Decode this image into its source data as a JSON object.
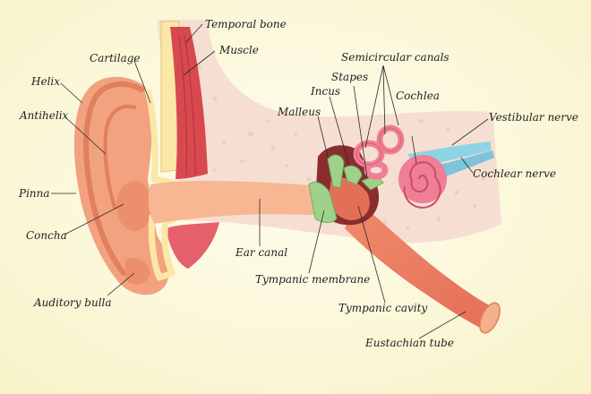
{
  "diagram": {
    "labels": {
      "temporal_bone": "Temporal bone",
      "muscle": "Muscle",
      "cartilage": "Cartilage",
      "helix": "Helix",
      "antihelix": "Antihelix",
      "pinna": "Pinna",
      "concha": "Concha",
      "auditory_bulla": "Auditory bulla",
      "semicircular_canals": "Semicircular canals",
      "stapes": "Stapes",
      "incus": "Incus",
      "malleus": "Malleus",
      "cochlea": "Cochlea",
      "vestibular_nerve": "Vestibular nerve",
      "cochlear_nerve": "Cochlear nerve",
      "ear_canal": "Ear canal",
      "tympanic_membrane": "Tympanic membrane",
      "tympanic_cavity": "Tympanic cavity",
      "eustachian_tube": "Eustachian tube"
    },
    "colors": {
      "background": "#fbf7d6",
      "bone": "#f6dfd2",
      "bone_spots": "#ead0c0",
      "skin": "#f2a27e",
      "skin_dark": "#e27f5c",
      "canal": "#f7b792",
      "cartilage": "#fbe8a6",
      "muscle": "#d8484f",
      "ossicles": "#9ed28a",
      "cavity": "#8a2d2d",
      "cochlea": "#ef7f95",
      "nerve": "#8fd3e6",
      "text": "#1e1e1e"
    }
  }
}
